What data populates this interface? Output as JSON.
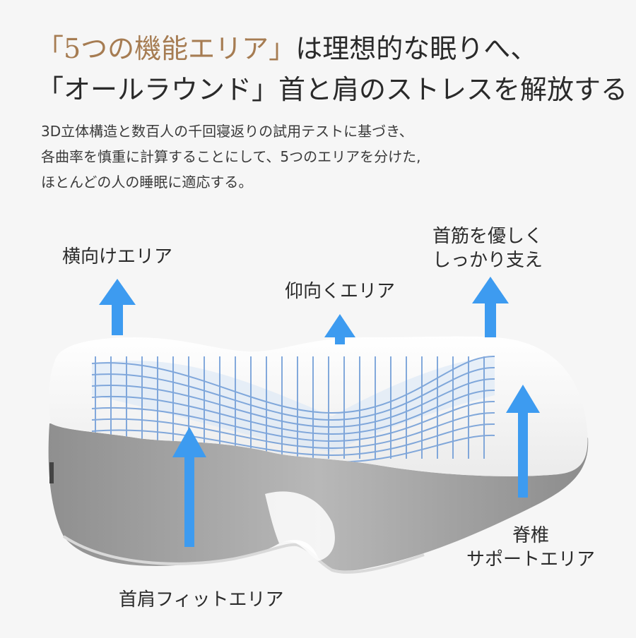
{
  "header": {
    "title_line1_gold": "「5つの機能エリア」",
    "title_line1_rest": "は理想的な眠りへ、",
    "title_line2": "「オールラウンド」首と肩のストレスを解放する"
  },
  "description": {
    "lines": [
      "3D立体構造と数百人の千回寝返りの試用テストに基づき、",
      "各曲率を慎重に計算することにして、5つのエリアを分けた,",
      "ほとんどの人の睡眠に適応する。"
    ]
  },
  "areas": {
    "side": "横向けエリア",
    "back": "仰向くエリア",
    "neck_support": {
      "line1": "首筋を優しく",
      "line2": "しっかり支え"
    },
    "shoulder_fit": "首肩フィットエリア",
    "spine_support": {
      "line1": "脊椎",
      "line2": "サポートエリア"
    }
  },
  "colors": {
    "gold": "#a67c52",
    "arrow_blue": "#3d9bf0",
    "pillow_white": "#f2f2f2",
    "pillow_gray": "#9a9a9a",
    "grid_blue": "#6e9bd6"
  }
}
